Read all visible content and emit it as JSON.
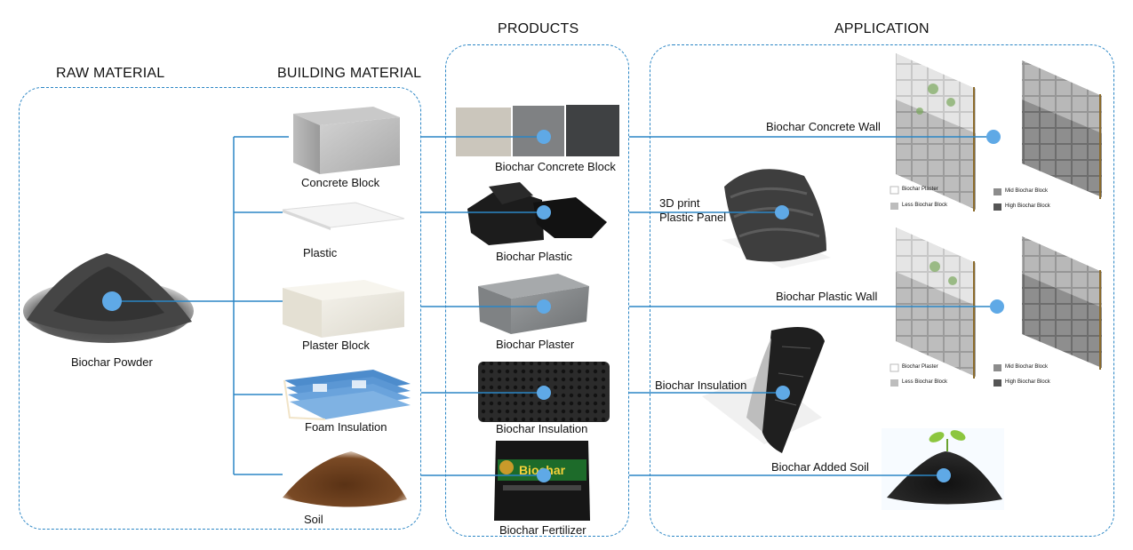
{
  "headings": {
    "raw_material": "RAW MATERIAL",
    "building_material": "BUILDING MATERIAL",
    "products": "PRODUCTS",
    "application": "APPLICATION"
  },
  "raw": {
    "powder": "Biochar Powder"
  },
  "building": {
    "concrete": "Concrete Block",
    "plastic": "Plastic",
    "plaster": "Plaster Block",
    "foam": "Foam Insulation",
    "soil": "Soil"
  },
  "products": {
    "concrete": "Biochar Concrete Block",
    "plastic": "Biochar Plastic",
    "plaster": "Biochar Plaster",
    "insulation": "Biochar Insulation",
    "fertilizer": "Biochar Fertilizer"
  },
  "application": {
    "concrete_wall": "Biochar Concrete Wall",
    "panel_line1": "3D print",
    "panel_line2": "Plastic Panel",
    "plastic_wall": "Biochar Plastic Wall",
    "insulation": "Biochar Insulation",
    "added_soil": "Biochar Added Soil"
  },
  "legend1": {
    "biochar_plaster": "Biochar Plaster",
    "less_biochar_block": "Less Biochar Block",
    "mid_biochar_block": "Mid Biochar Block",
    "high_biochar_block": "High Biochar Block"
  },
  "legend2": {
    "biochar_plaster": "Biochar Plaster",
    "less_biochar_block": "Less Biochar Block",
    "mid_biochar_block": "Mid Biochar Block",
    "high_biochar_block": "High Biochar Block"
  },
  "bag": {
    "brand": "Biochar"
  },
  "colors": {
    "accent": "#2b86c5",
    "node": "#5fa9e6"
  }
}
